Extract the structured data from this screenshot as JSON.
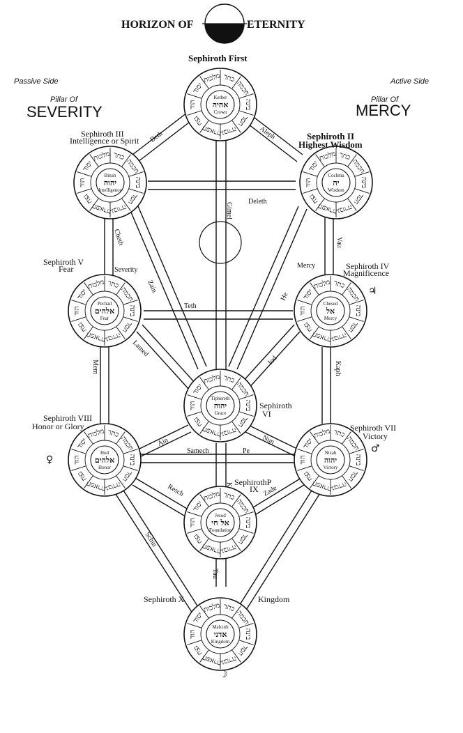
{
  "header": {
    "title_left": "HORIZON OF",
    "title_right": "ETERNITY"
  },
  "sides": {
    "passive": "Passive Side",
    "active": "Active Side"
  },
  "pillars": {
    "left_of": "Pillar Of",
    "left_name": "SEVERITY",
    "right_of": "Pillar Of",
    "right_name": "MERCY"
  },
  "sephiroth": {
    "s1": {
      "title": "Sephiroth First",
      "sub": "",
      "inner_top": "Kether",
      "inner_heb": "אהיה",
      "inner_bottom": "Crown"
    },
    "s2": {
      "title": "Sephiroth II",
      "sub": "Highest Wisdom",
      "inner_top": "Cochma",
      "inner_heb": "יה",
      "inner_bottom": "Wisdom"
    },
    "s3": {
      "title": "Sephiroth III",
      "sub": "Intelligence or Spirit",
      "inner_top": "Binah",
      "inner_heb": "יהוה",
      "inner_bottom": "Intelligence"
    },
    "s4": {
      "title": "Sephiroth IV",
      "sub": "Magnificence",
      "inner_top": "Chesed",
      "inner_heb": "אל",
      "inner_bottom": "Mercy"
    },
    "s5": {
      "title": "Sephiroth V",
      "sub": "Fear",
      "inner_top": "Pechad",
      "inner_heb": "אלהים",
      "inner_bottom": "Fear"
    },
    "s6": {
      "title": "Sephiroth",
      "sub": "VI",
      "inner_top": "Tiphereth",
      "inner_heb": "יהוה",
      "inner_bottom": "Grace"
    },
    "s7": {
      "title": "Sephiroth VII",
      "sub": "Victory",
      "inner_top": "Nizah",
      "inner_heb": "יהוה",
      "inner_bottom": "Victory"
    },
    "s8": {
      "title": "Sephiroth VIII",
      "sub": "Honor or Glory",
      "inner_top": "Hod",
      "inner_heb": "אלהים",
      "inner_bottom": "Honor"
    },
    "s9": {
      "title": "SephirothP",
      "sub": "IX",
      "inner_top": "Jesod",
      "inner_heb": "אל חי",
      "inner_bottom": "Foundation"
    },
    "s10": {
      "title": "Sephiroth X",
      "sub": "Kingdom",
      "inner_top": "Malcuth",
      "inner_heb": "אדני",
      "inner_bottom": "Kingdom"
    }
  },
  "paths": {
    "aleph": "Aleph",
    "beth": "Beth",
    "gimel": "Gimel",
    "deleth": "Deleth",
    "he": "He",
    "vau": "Vau",
    "zain": "Zain",
    "cheth": "Cheth",
    "teth": "Teth",
    "iod": "Iod",
    "kaph": "Kaph",
    "lamed": "Lamed",
    "mem": "Mem",
    "nun": "Nun",
    "samech": "Samech",
    "ain": "Ain",
    "pe": "Pe",
    "zade": "Zade",
    "koph": "Koph",
    "resch": "Resch",
    "schin": "Schin",
    "tau": "Tau",
    "severity": "Severity",
    "mercy": "Mercy"
  },
  "ring_letters": [
    "כתר",
    "חכמה",
    "בינה",
    "חסד",
    "גבורה",
    "תפארת",
    "נצח",
    "הוד",
    "יסוד",
    "מלכות"
  ],
  "planet_symbols": {
    "jupiter": "♃",
    "mars": "♂",
    "venus": "♀",
    "moon": "☽"
  }
}
